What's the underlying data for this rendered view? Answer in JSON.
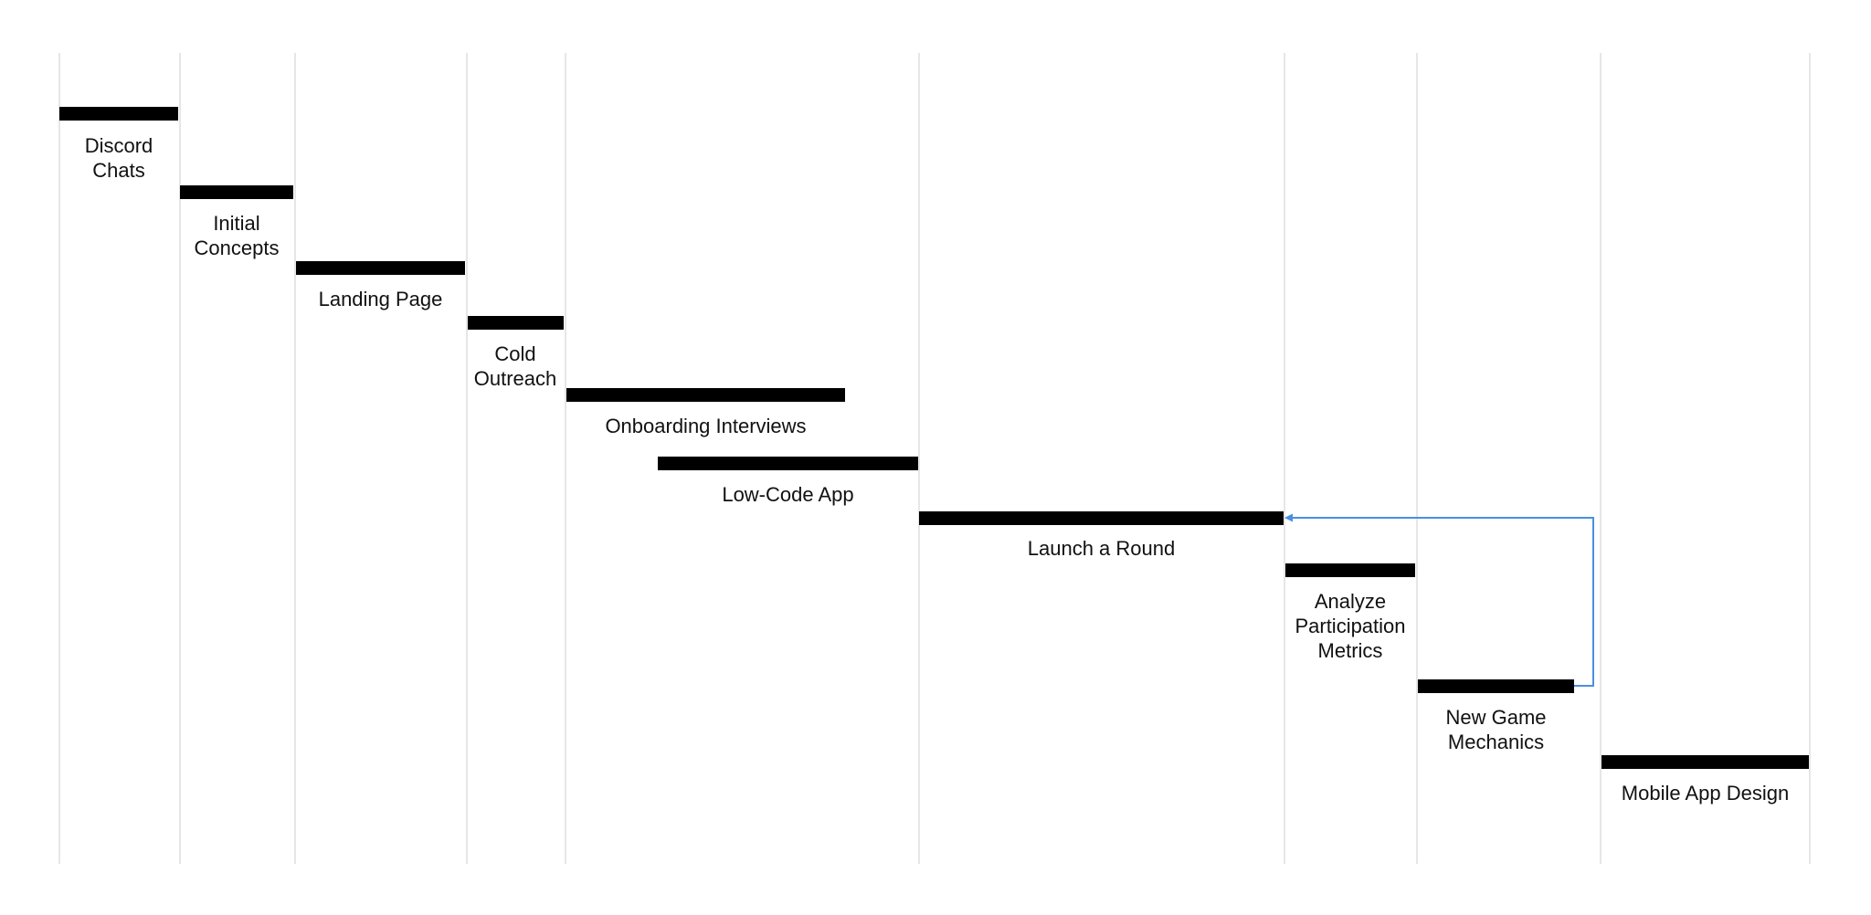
{
  "tasks": [
    {
      "id": "discord",
      "label": "Discord\nChats"
    },
    {
      "id": "concepts",
      "label": "Initial\nConcepts"
    },
    {
      "id": "landing",
      "label": "Landing Page"
    },
    {
      "id": "outreach",
      "label": "Cold\nOutreach"
    },
    {
      "id": "interviews",
      "label": "Onboarding Interviews"
    },
    {
      "id": "lowcode",
      "label": "Low-Code App"
    },
    {
      "id": "launch",
      "label": "Launch a Round"
    },
    {
      "id": "analyze",
      "label": "Analyze\nParticipation\nMetrics"
    },
    {
      "id": "mechanics",
      "label": "New Game\nMechanics"
    },
    {
      "id": "mobile",
      "label": "Mobile App Design"
    }
  ],
  "feedback_link": {
    "from": "mechanics",
    "to": "launch",
    "color": "#4a8fe0"
  },
  "colors": {
    "bar": "#000000",
    "gridline": "#e6e6e6",
    "text": "#111111"
  }
}
